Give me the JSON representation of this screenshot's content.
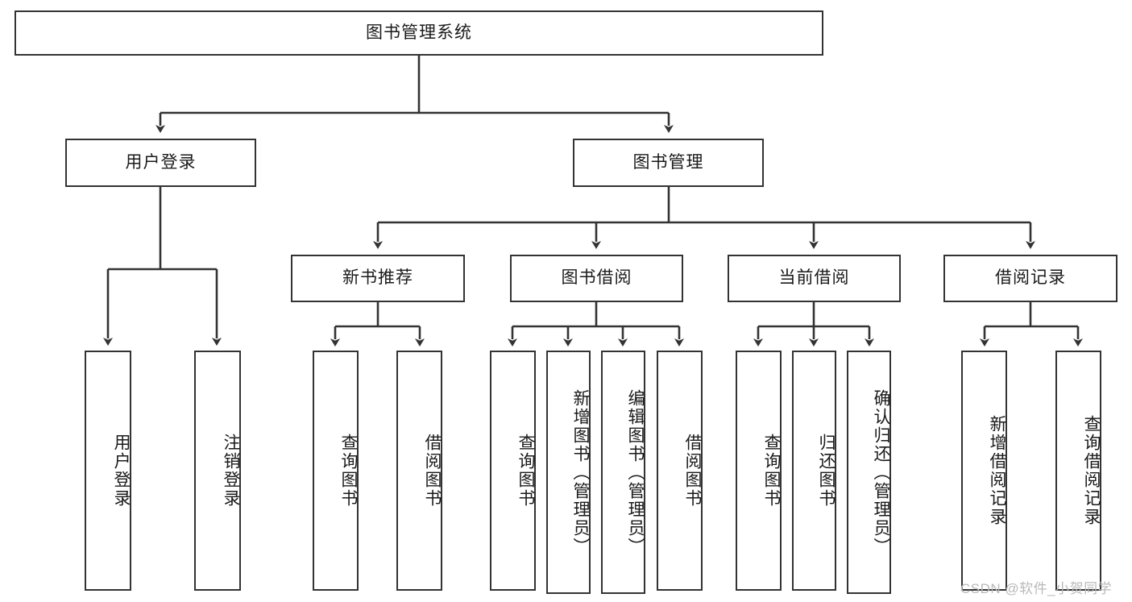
{
  "diagram": {
    "title": "图书管理系统",
    "watermark": "CSDN @软件_小贺同学",
    "colors": {
      "box_border": "#333333",
      "box_fill": "#ffffff",
      "edge": "#333333",
      "text": "#1a1a1a",
      "watermark": "#b9b9b9",
      "background": "#ffffff"
    },
    "nodes": {
      "root": {
        "label": "图书管理系统"
      },
      "level2": [
        {
          "id": "user_login",
          "label": "用户登录"
        },
        {
          "id": "book_manage",
          "label": "图书管理"
        }
      ],
      "level3": [
        {
          "id": "new_book_rec",
          "label": "新书推荐"
        },
        {
          "id": "book_borrow",
          "label": "图书借阅"
        },
        {
          "id": "current_borrow",
          "label": "当前借阅"
        },
        {
          "id": "borrow_record",
          "label": "借阅记录"
        }
      ],
      "leaves": [
        {
          "id": "leaf_user_login",
          "label": "用户登录",
          "parent": "user_login"
        },
        {
          "id": "leaf_logout",
          "label": "注销登录",
          "parent": "user_login"
        },
        {
          "id": "leaf_query_book_1",
          "label": "查询图书",
          "parent": "new_book_rec"
        },
        {
          "id": "leaf_borrow_book_1",
          "label": "借阅图书",
          "parent": "new_book_rec"
        },
        {
          "id": "leaf_query_book_2",
          "label": "查询图书",
          "parent": "book_borrow"
        },
        {
          "id": "leaf_add_book",
          "label": "新增图书（管理员）",
          "parent": "book_borrow"
        },
        {
          "id": "leaf_edit_book",
          "label": "编辑图书（管理员）",
          "parent": "book_borrow"
        },
        {
          "id": "leaf_borrow_book_2",
          "label": "借阅图书",
          "parent": "book_borrow"
        },
        {
          "id": "leaf_query_book_3",
          "label": "查询图书",
          "parent": "current_borrow"
        },
        {
          "id": "leaf_return_book",
          "label": "归还图书",
          "parent": "current_borrow"
        },
        {
          "id": "leaf_confirm_return",
          "label": "确认归还（管理员）",
          "parent": "current_borrow"
        },
        {
          "id": "leaf_add_record",
          "label": "新增借阅记录",
          "parent": "borrow_record"
        },
        {
          "id": "leaf_query_record",
          "label": "查询借阅记录",
          "parent": "borrow_record"
        }
      ]
    }
  }
}
